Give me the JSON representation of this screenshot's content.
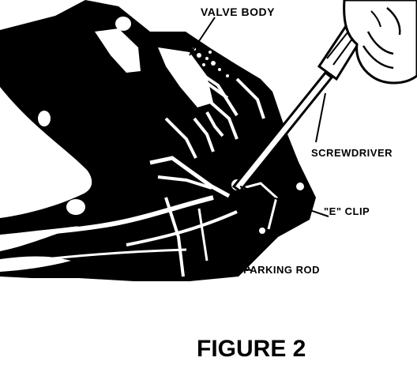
{
  "diagram": {
    "labels": {
      "valve_body": "VALVE BODY",
      "screwdriver": "SCREWDRIVER",
      "e_clip": "\"E\" CLIP",
      "parking_rod": "PARKING ROD"
    },
    "caption": "FIGURE 2",
    "colors": {
      "ink": "#000000",
      "paper": "#ffffff"
    }
  }
}
